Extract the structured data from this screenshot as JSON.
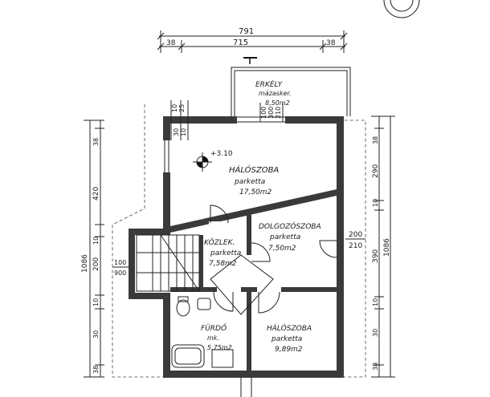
{
  "plan": {
    "top_dims": {
      "overall": "791",
      "left": "38",
      "middle": "715",
      "right": "38"
    },
    "left_dims": {
      "overall": "1086",
      "d1": "38",
      "d2": "420",
      "d3": "10",
      "d4": "200",
      "d5": "10",
      "d6": "30",
      "d7": "38"
    },
    "right_dims": {
      "overall": "1086",
      "d1": "38",
      "d2": "290",
      "d3": "10",
      "d4": "390",
      "d5": "10",
      "d6": "30",
      "d7": "38"
    },
    "balcony_dims": {
      "a": "100",
      "b": "300",
      "c": "210"
    },
    "wall_marks": {
      "w1": "10",
      "w2": "25",
      "w3": "30",
      "w4": "10"
    },
    "elevation": "+3.10",
    "door_left": {
      "top": "100",
      "bottom": "900"
    },
    "door_right": {
      "top": "200",
      "bottom": "210"
    },
    "rooms": [
      {
        "name": "ERKÉLY",
        "floor": "mázasker.",
        "area": "8,50m2"
      },
      {
        "name": "HÁLÓSZOBA",
        "floor": "parketta",
        "area": "17,50m2"
      },
      {
        "name": "DOLGOZÓSZOBA",
        "floor": "parketta",
        "area": "7,50m2"
      },
      {
        "name": "KÖZLEK.",
        "floor": "parketta",
        "area": "7,58m2"
      },
      {
        "name": "FÜRDŐ",
        "floor": "mk.",
        "area": "5,75m2"
      },
      {
        "name": "HÁLÓSZOBA",
        "floor": "parketta",
        "area": "9,89m2"
      }
    ]
  }
}
